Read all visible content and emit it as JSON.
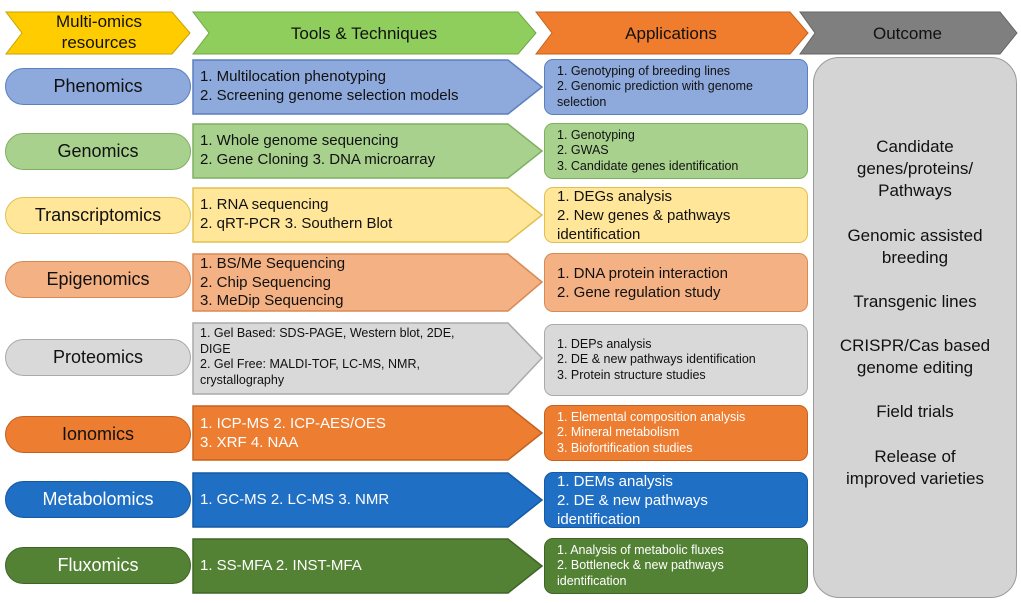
{
  "headers": {
    "resources": [
      "Multi-omics",
      "resources"
    ],
    "tools": "Tools & Techniques",
    "applications": "Applications",
    "outcome": "Outcome"
  },
  "colors": {
    "header_yellow": "#ffcc00",
    "header_green": "#8fce5c",
    "header_orange": "#f07d2e",
    "header_gray": "#7f7f7f",
    "phenomics": "#8ea9db",
    "genomics": "#a9d18e",
    "transcriptomics": "#ffe699",
    "epigenomics": "#f4b183",
    "proteomics": "#d9d9d9",
    "ionomics": "#ed7d31",
    "metabolomics": "#1f6fc5",
    "fluxomics": "#548235",
    "outcome": "#d4d4d4"
  },
  "rows": [
    {
      "name": "Phenomics",
      "tools": [
        "1.   Multilocation phenotyping",
        "2.   Screening genome selection models"
      ],
      "apps": [
        "1.     Genotyping of breeding lines",
        "2.     Genomic prediction with genome",
        "         selection"
      ]
    },
    {
      "name": "Genomics",
      "tools": [
        "1.   Whole genome sequencing",
        "2.   Gene Cloning 3. DNA microarray"
      ],
      "apps": [
        "1.     Genotyping",
        "2.     GWAS",
        "3.     Candidate genes identification"
      ]
    },
    {
      "name": "Transcriptomics",
      "tools": [
        "1.   RNA sequencing",
        "2.   qRT-PCR    3. Southern Blot"
      ],
      "apps": [
        "1.   DEGs analysis",
        "2.   New genes & pathways",
        "       identification"
      ]
    },
    {
      "name": "Epigenomics",
      "tools": [
        "1.   BS/Me Sequencing",
        "2.   Chip Sequencing",
        "3.   MeDip Sequencing"
      ],
      "apps": [
        "1.   DNA protein interaction",
        "2.   Gene regulation study"
      ]
    },
    {
      "name": "Proteomics",
      "tools": [
        "1.    Gel Based: SDS-PAGE, Western blot, 2DE,",
        "       DIGE",
        "2.    Gel Free: MALDI-TOF, LC-MS, NMR,",
        "       crystallography"
      ],
      "apps": [
        "1.     DEPs analysis",
        "2.     DE & new pathways identification",
        "3.     Protein structure studies"
      ]
    },
    {
      "name": "Ionomics",
      "tools": [
        "1.   ICP-MS         2. ICP-AES/OES",
        "3.   XRF              4. NAA"
      ],
      "apps": [
        "1.     Elemental composition analysis",
        "2.     Mineral metabolism",
        "3.     Biofortification studies"
      ]
    },
    {
      "name": "Metabolomics",
      "tools": [
        "1.    GC-MS    2.  LC-MS    3.  NMR"
      ],
      "apps": [
        "1.   DEMs analysis",
        "2.   DE & new pathways",
        "       identification"
      ]
    },
    {
      "name": "Fluxomics",
      "tools": [
        "1.    SS-MFA    2.  INST-MFA"
      ],
      "apps": [
        "1.     Analysis of metabolic fluxes",
        "2.     Bottleneck & new pathways",
        "         identification"
      ]
    }
  ],
  "outcome_items": [
    [
      "Candidate",
      "genes/proteins/",
      "Pathways"
    ],
    [
      "Genomic assisted",
      "breeding"
    ],
    [
      "Transgenic lines"
    ],
    [
      "CRISPR/Cas based",
      "genome editing"
    ],
    [
      "Field trials"
    ],
    [
      "Release of",
      "improved varieties"
    ]
  ]
}
